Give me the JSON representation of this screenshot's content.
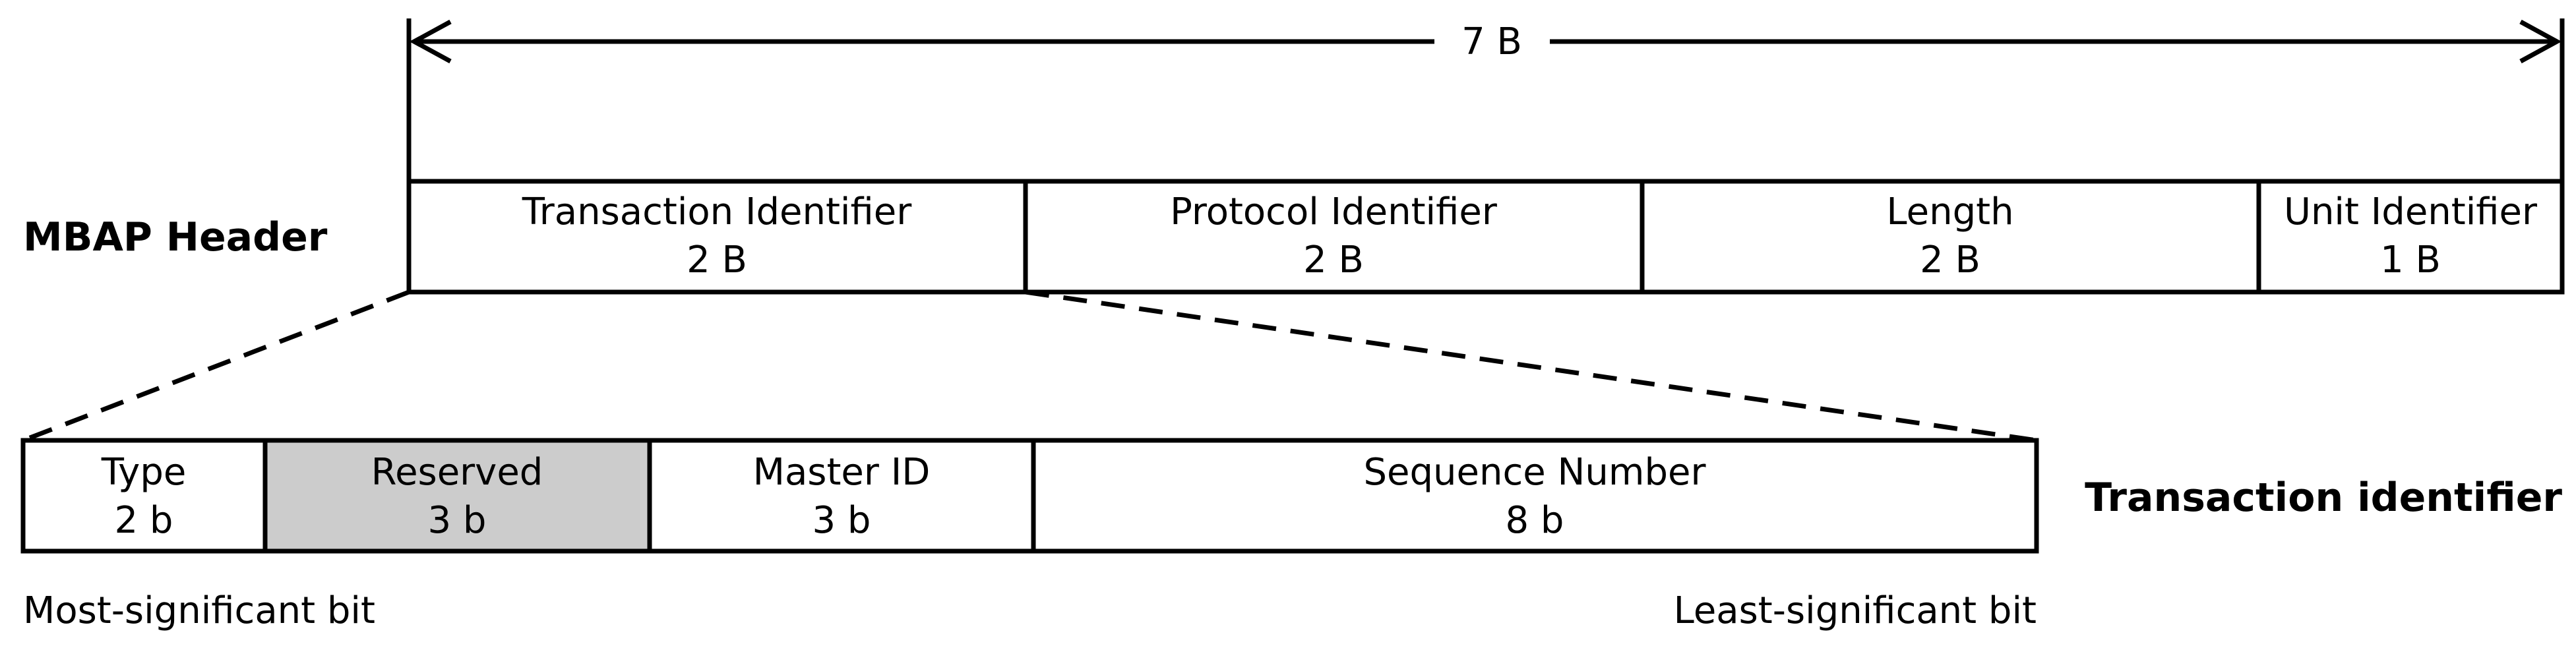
{
  "header": {
    "title": "MBAP Header",
    "total_size": "7 B",
    "fields": [
      {
        "name": "Transaction Identifier",
        "size": "2 B"
      },
      {
        "name": "Protocol Identifier",
        "size": "2 B"
      },
      {
        "name": "Length",
        "size": "2 B"
      },
      {
        "name": "Unit Identifier",
        "size": "1 B"
      }
    ]
  },
  "transaction": {
    "title": "Transaction identifier",
    "fields": [
      {
        "name": "Type",
        "size": "2 b",
        "fill": "#ffffff"
      },
      {
        "name": "Reserved",
        "size": "3 b",
        "fill": "#cccccc"
      },
      {
        "name": "Master ID",
        "size": "3 b",
        "fill": "#ffffff"
      },
      {
        "name": "Sequence Number",
        "size": "8 b",
        "fill": "#ffffff"
      }
    ],
    "msb_label": "Most-significant bit",
    "lsb_label": "Least-significant bit"
  }
}
